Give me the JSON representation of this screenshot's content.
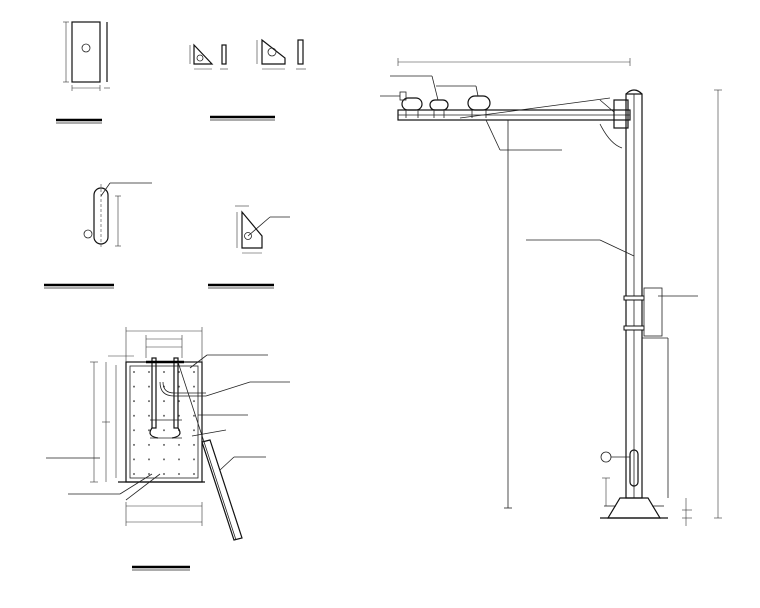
{
  "drawing": {
    "colors": {
      "line": "#111111",
      "background": "#ffffff"
    },
    "details": [
      "plate-rect-detail",
      "triangle-bracket-small",
      "triangle-bracket-large",
      "slotted-plate-detail",
      "gusset-detail",
      "foundation-section",
      "pole-elevation"
    ],
    "foundation": {
      "rebar_grid": {
        "columns": 5,
        "rows": 8
      }
    },
    "pole": {
      "insulators": 3
    }
  }
}
